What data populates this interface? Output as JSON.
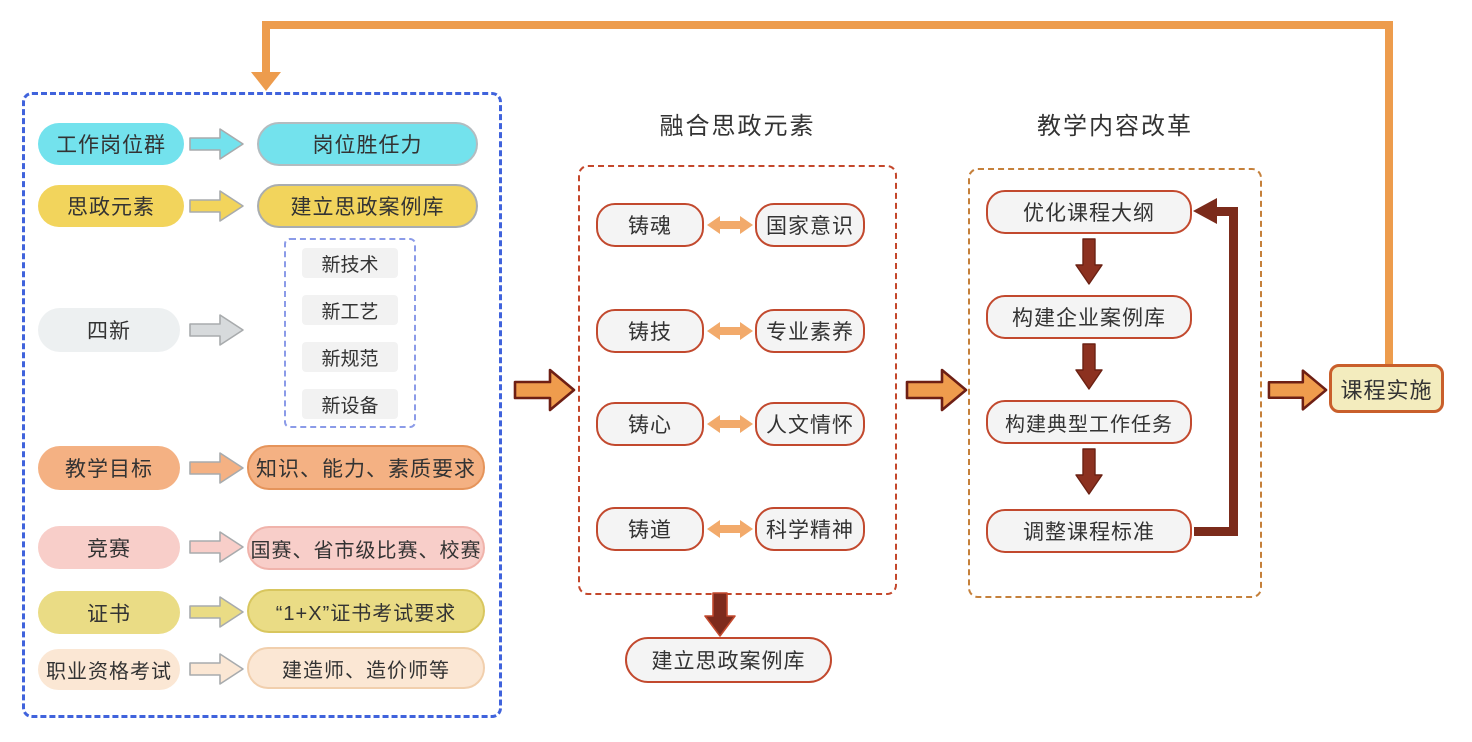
{
  "left_panel": {
    "rows": [
      {
        "label": "工作岗位群",
        "target": "岗位胜任力"
      },
      {
        "label": "思政元素",
        "target": "建立思政案例库"
      },
      {
        "label": "四新",
        "items": [
          "新技术",
          "新工艺",
          "新规范",
          "新设备"
        ]
      },
      {
        "label": "教学目标",
        "target": "知识、能力、素质要求"
      },
      {
        "label": "竞赛",
        "target": "国赛、省市级比赛、校赛"
      },
      {
        "label": "证书",
        "target": "“1+X”证书考试要求"
      },
      {
        "label": "职业资格考试",
        "target": "建造师、造价师等"
      }
    ]
  },
  "middle_panel": {
    "title": "融合思政元素",
    "pairs": [
      {
        "left": "铸魂",
        "right": "国家意识"
      },
      {
        "left": "铸技",
        "right": "专业素养"
      },
      {
        "left": "铸心",
        "right": "人文情怀"
      },
      {
        "left": "铸道",
        "right": "科学精神"
      }
    ],
    "output": "建立思政案例库"
  },
  "right_panel": {
    "title": "教学内容改革",
    "steps": [
      "优化课程大纲",
      "构建企业案例库",
      "构建典型工作任务",
      "调整课程标准"
    ]
  },
  "implementation": {
    "label": "课程实施"
  },
  "colors": {
    "cyan": "#73E2ED",
    "yellow": "#F2D45C",
    "orange": "#F4B183",
    "pink": "#F8CEC9",
    "khaki": "#EADC85",
    "peach": "#FBE7D4",
    "left_box_dash": "#4063DC",
    "inner_box_dash": "#8B9BE8",
    "middle_box_dash": "#C4472B",
    "right_box_dash": "#C5803B",
    "pill_border": "#C2492E",
    "flow_orange": "#EF9C4D",
    "dark_red": "#7E2B1D",
    "loop_line": "#ED9C4D",
    "implementation_bg": "#F3ECBE",
    "implementation_border": "#C95F2B"
  }
}
